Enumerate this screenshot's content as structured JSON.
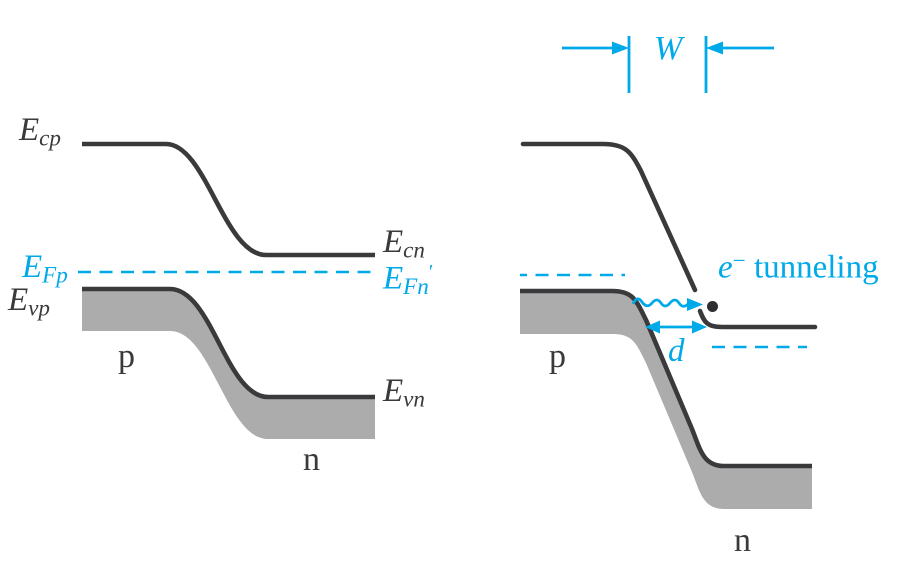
{
  "palette": {
    "accent": "#00A9E8",
    "line": "#3A3A3C",
    "band_fill": "#ACACAC",
    "background": "#FFFFFF"
  },
  "figure": {
    "left_panel": {
      "conduction_band_p_label": {
        "symbol": "E",
        "sub": "cp"
      },
      "conduction_band_n_label": {
        "symbol": "E",
        "sub": "cn"
      },
      "fermi_p_label": {
        "symbol": "E",
        "sub": "Fp"
      },
      "fermi_n_label": {
        "symbol": "E",
        "sub": "Fn",
        "prime": "′"
      },
      "valence_band_p_label": {
        "symbol": "E",
        "sub": "vp"
      },
      "valence_band_n_label": {
        "symbol": "E",
        "sub": "vn"
      },
      "p_region": "p",
      "n_region": "n"
    },
    "right_panel": {
      "depletion_width_label": "W",
      "tunneling_label": {
        "symbol": "e",
        "sup": "−",
        "text": " tunneling"
      },
      "tunnel_distance_label": "d",
      "p_region": "p",
      "n_region": "n"
    }
  }
}
